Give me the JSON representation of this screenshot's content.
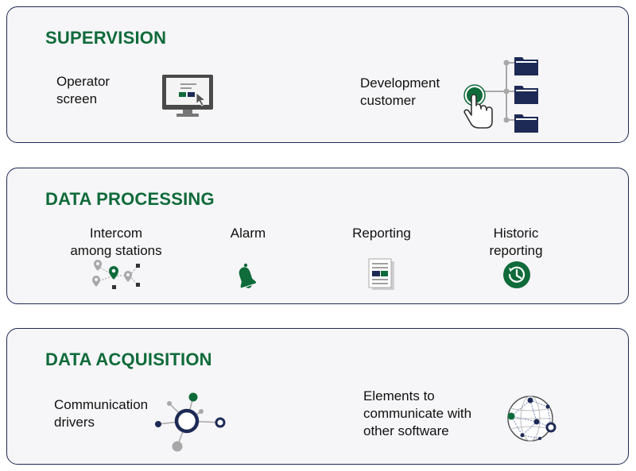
{
  "colors": {
    "green": "#0f6b3a",
    "navy": "#1d2a55",
    "panel_bg": "#f6f5f7",
    "grey": "#a8a8a8"
  },
  "sections": [
    {
      "title": "SUPERVISION",
      "items": [
        {
          "label": "Operator\nscreen",
          "icon": "monitor-cursor-icon"
        },
        {
          "label": "Development\ncustomer",
          "icon": "hand-pointer-folders-icon"
        }
      ]
    },
    {
      "title": "DATA PROCESSING",
      "items": [
        {
          "label": "Intercom\namong stations",
          "icon": "map-pins-network-icon"
        },
        {
          "label": "Alarm",
          "icon": "bell-icon"
        },
        {
          "label": "Reporting",
          "icon": "document-icon"
        },
        {
          "label": "Historic\nreporting",
          "icon": "clock-history-icon"
        }
      ]
    },
    {
      "title": "DATA ACQUISITION",
      "items": [
        {
          "label": "Communication\ndrivers",
          "icon": "hub-network-icon"
        },
        {
          "label": "Elements to\ncommunicate with\nother software",
          "icon": "globe-network-icon"
        }
      ]
    }
  ]
}
